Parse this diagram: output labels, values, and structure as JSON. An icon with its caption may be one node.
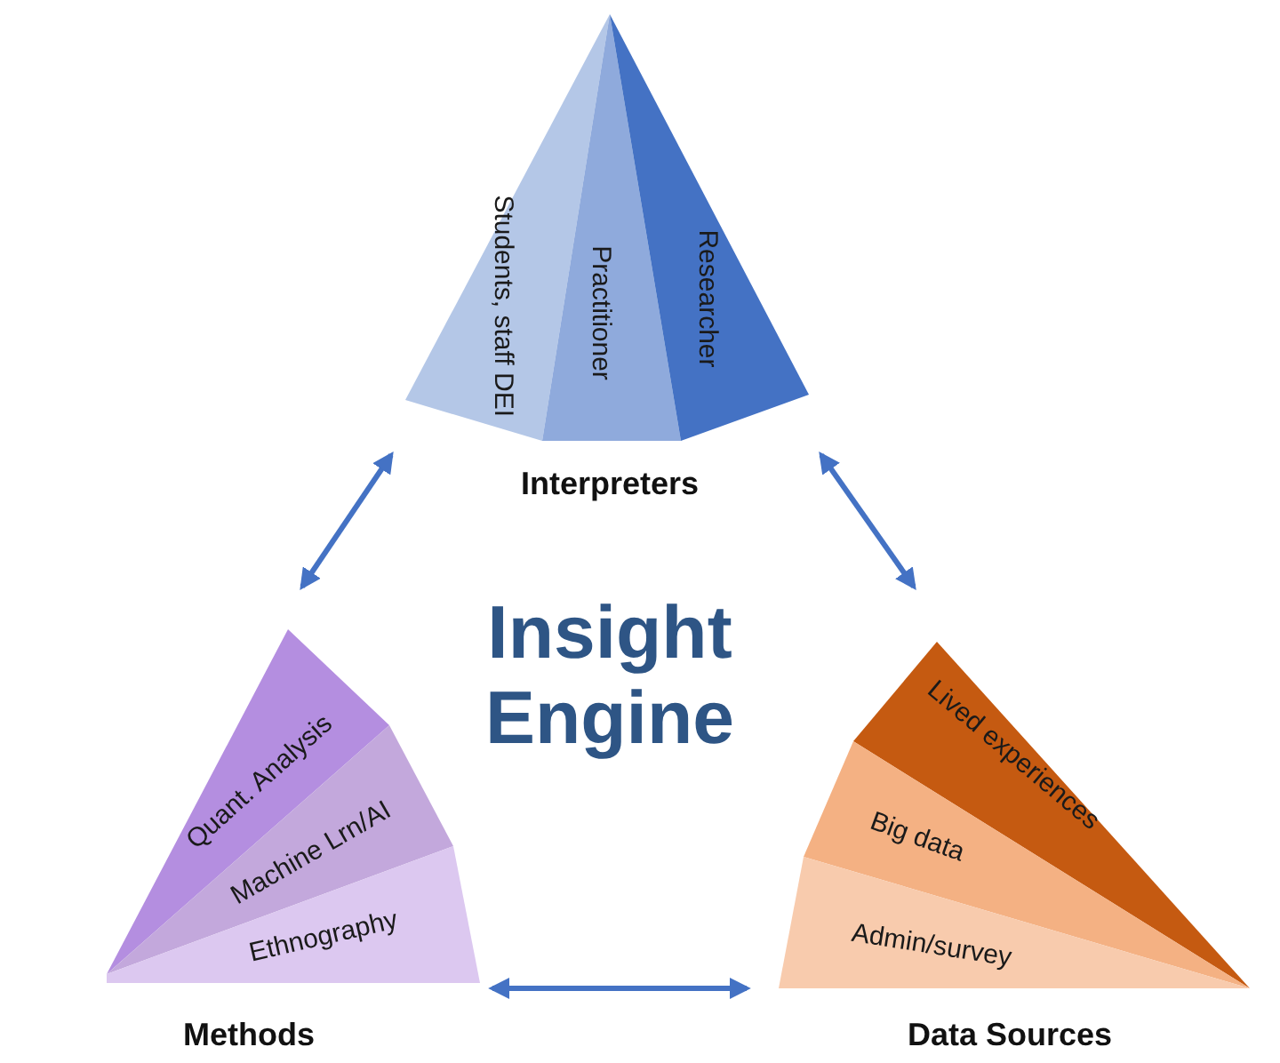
{
  "diagram": {
    "title": "Insight Engine",
    "nodes": [
      {
        "text": [
          "Interpreters"
        ]
      },
      {
        "text": [
          "Students, staff DEI"
        ],
        "in": 0
      },
      {
        "text": [
          "Practitioner"
        ],
        "in": 0
      },
      {
        "text": [
          "Researcher"
        ],
        "in": 0
      },
      {
        "text": [
          "Methods"
        ]
      },
      {
        "text": [
          "Quant. Analysis"
        ],
        "in": 4
      },
      {
        "text": [
          "Machine Lrn/AI"
        ],
        "in": 4
      },
      {
        "text": [
          "Ethnography"
        ],
        "in": 4
      },
      {
        "text": [
          "Data Sources"
        ]
      },
      {
        "text": [
          "Lived experiences"
        ],
        "in": 8
      },
      {
        "text": [
          "Big data"
        ],
        "in": 8
      },
      {
        "text": [
          "Admin/survey"
        ],
        "in": 8
      }
    ],
    "edges": [
      {
        "from": 4,
        "to": 0,
        "arrow": "both"
      },
      {
        "from": 0,
        "to": 8,
        "arrow": "both"
      },
      {
        "from": 4,
        "to": 8,
        "arrow": "both"
      }
    ]
  }
}
